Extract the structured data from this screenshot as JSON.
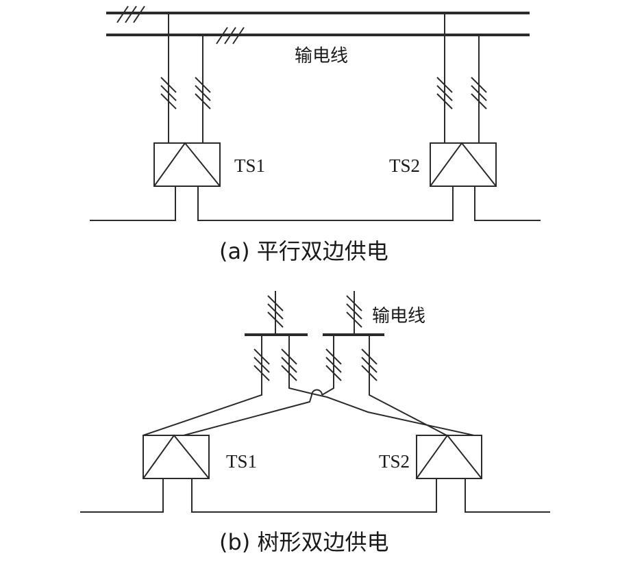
{
  "figure_a": {
    "caption": "(a) 平行双边供电",
    "line_label": "输电线",
    "stations": [
      {
        "id": "TS1",
        "label": "TS1"
      },
      {
        "id": "TS2",
        "label": "TS2"
      }
    ]
  },
  "figure_b": {
    "caption": "(b) 树形双边供电",
    "line_label": "输电线",
    "stations": [
      {
        "id": "TS1",
        "label": "TS1"
      },
      {
        "id": "TS2",
        "label": "TS2"
      }
    ]
  },
  "colors": {
    "line": "#2b2b2b",
    "text": "#1a1a1a",
    "background": "#ffffff"
  }
}
